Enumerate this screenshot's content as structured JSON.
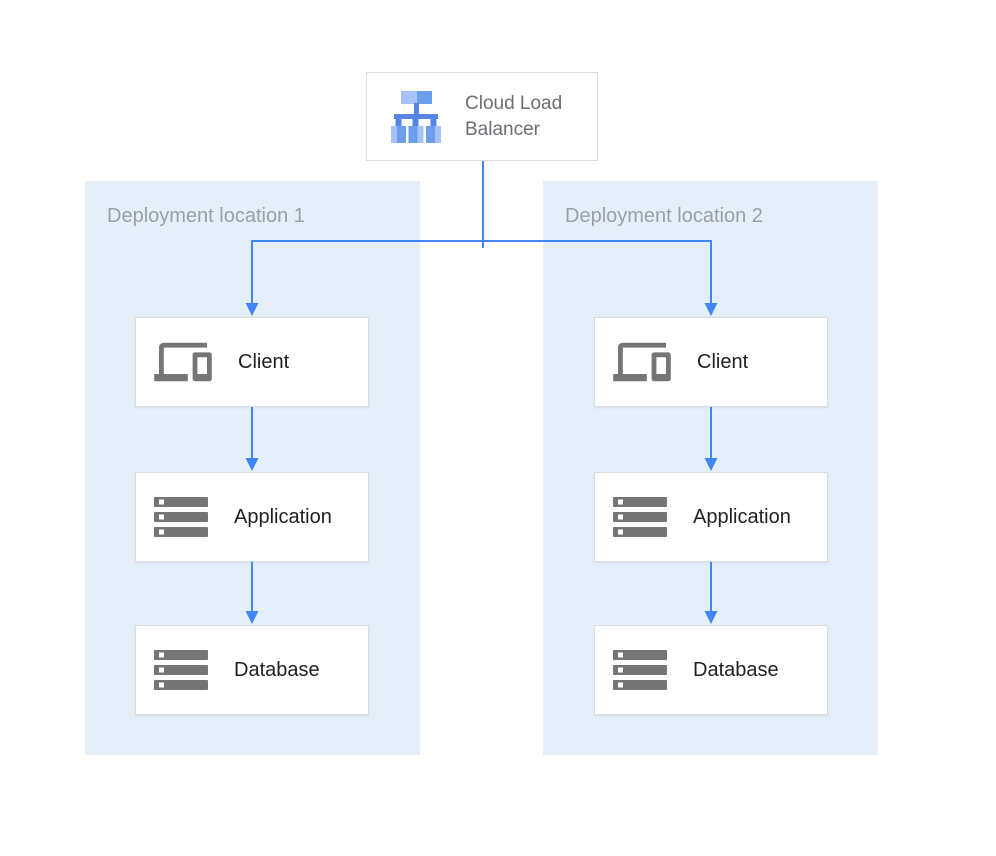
{
  "diagram": {
    "load_balancer": {
      "label": "Cloud Load Balancer"
    },
    "regions": [
      {
        "label": "Deployment location 1",
        "nodes": [
          {
            "label": "Client"
          },
          {
            "label": "Application"
          },
          {
            "label": "Database"
          }
        ]
      },
      {
        "label": "Deployment location 2",
        "nodes": [
          {
            "label": "Client"
          },
          {
            "label": "Application"
          },
          {
            "label": "Database"
          }
        ]
      }
    ]
  },
  "icons": {
    "load_balancer": "load-balancer-tree-icon",
    "client": "devices-icon",
    "application": "server-stack-icon",
    "database": "server-stack-icon"
  },
  "colors": {
    "connector": "#4285F4",
    "panel_bg": "#E5EFFA",
    "panel_label": "#9AA0A6",
    "box_bg": "#FFFFFF",
    "box_border": "#DADCE0",
    "node_label": "#212124",
    "lb_label": "#6B6E73",
    "icon_gray": "#757575",
    "lb_icon_light": "#A5C3F6",
    "lb_icon_mid": "#6D9EEB",
    "lb_icon_line": "#5585E6"
  }
}
